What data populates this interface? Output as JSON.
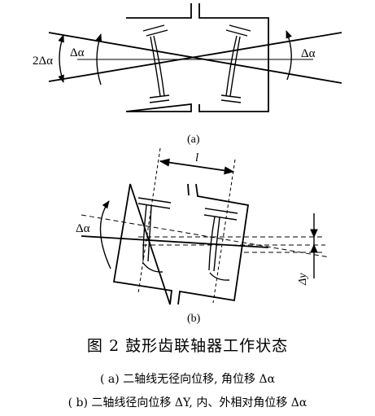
{
  "panel_a": {
    "label": "(a)",
    "angle_outer_label": "2Δα",
    "angle_left_label": "Δα",
    "angle_right_label": "Δα"
  },
  "panel_b": {
    "label": "(b)",
    "length_label": "l",
    "angle_label": "Δα",
    "offset_label": "Δy"
  },
  "caption": {
    "figure_title": "图 2   鼓形齿联轴器工作状态",
    "line_a": "( a)  二轴线无径向位移,  角位移  Δα",
    "line_b": "( b)   二轴线径向位移  ΔY,  内、外相对角位移  Δα"
  }
}
